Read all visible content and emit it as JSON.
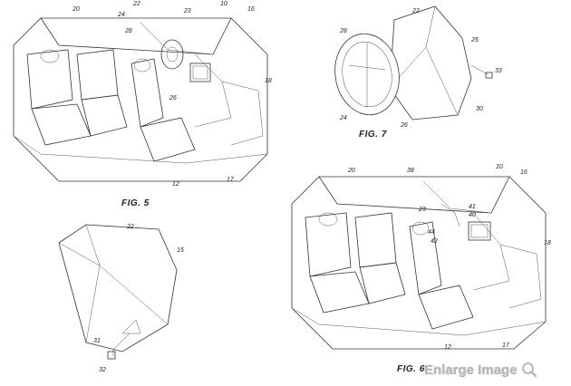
{
  "figures": {
    "fig5": {
      "caption": "FIG. 5",
      "refs": [
        "20",
        "22",
        "24",
        "28",
        "23",
        "10",
        "16",
        "18",
        "26",
        "12",
        "17"
      ]
    },
    "fig7": {
      "caption": "FIG. 7",
      "refs": [
        "22",
        "28",
        "25",
        "33",
        "24",
        "26",
        "30"
      ]
    },
    "fig6": {
      "caption": "FIG. 6",
      "refs": [
        "20",
        "38",
        "10",
        "16",
        "23",
        "41",
        "40",
        "44",
        "42",
        "18",
        "12",
        "17"
      ]
    },
    "fig8": {
      "refs": [
        "22",
        "15",
        "31",
        "32"
      ]
    }
  },
  "enlarge": {
    "label": "Enlarge Image",
    "icon": "magnifier-icon"
  }
}
